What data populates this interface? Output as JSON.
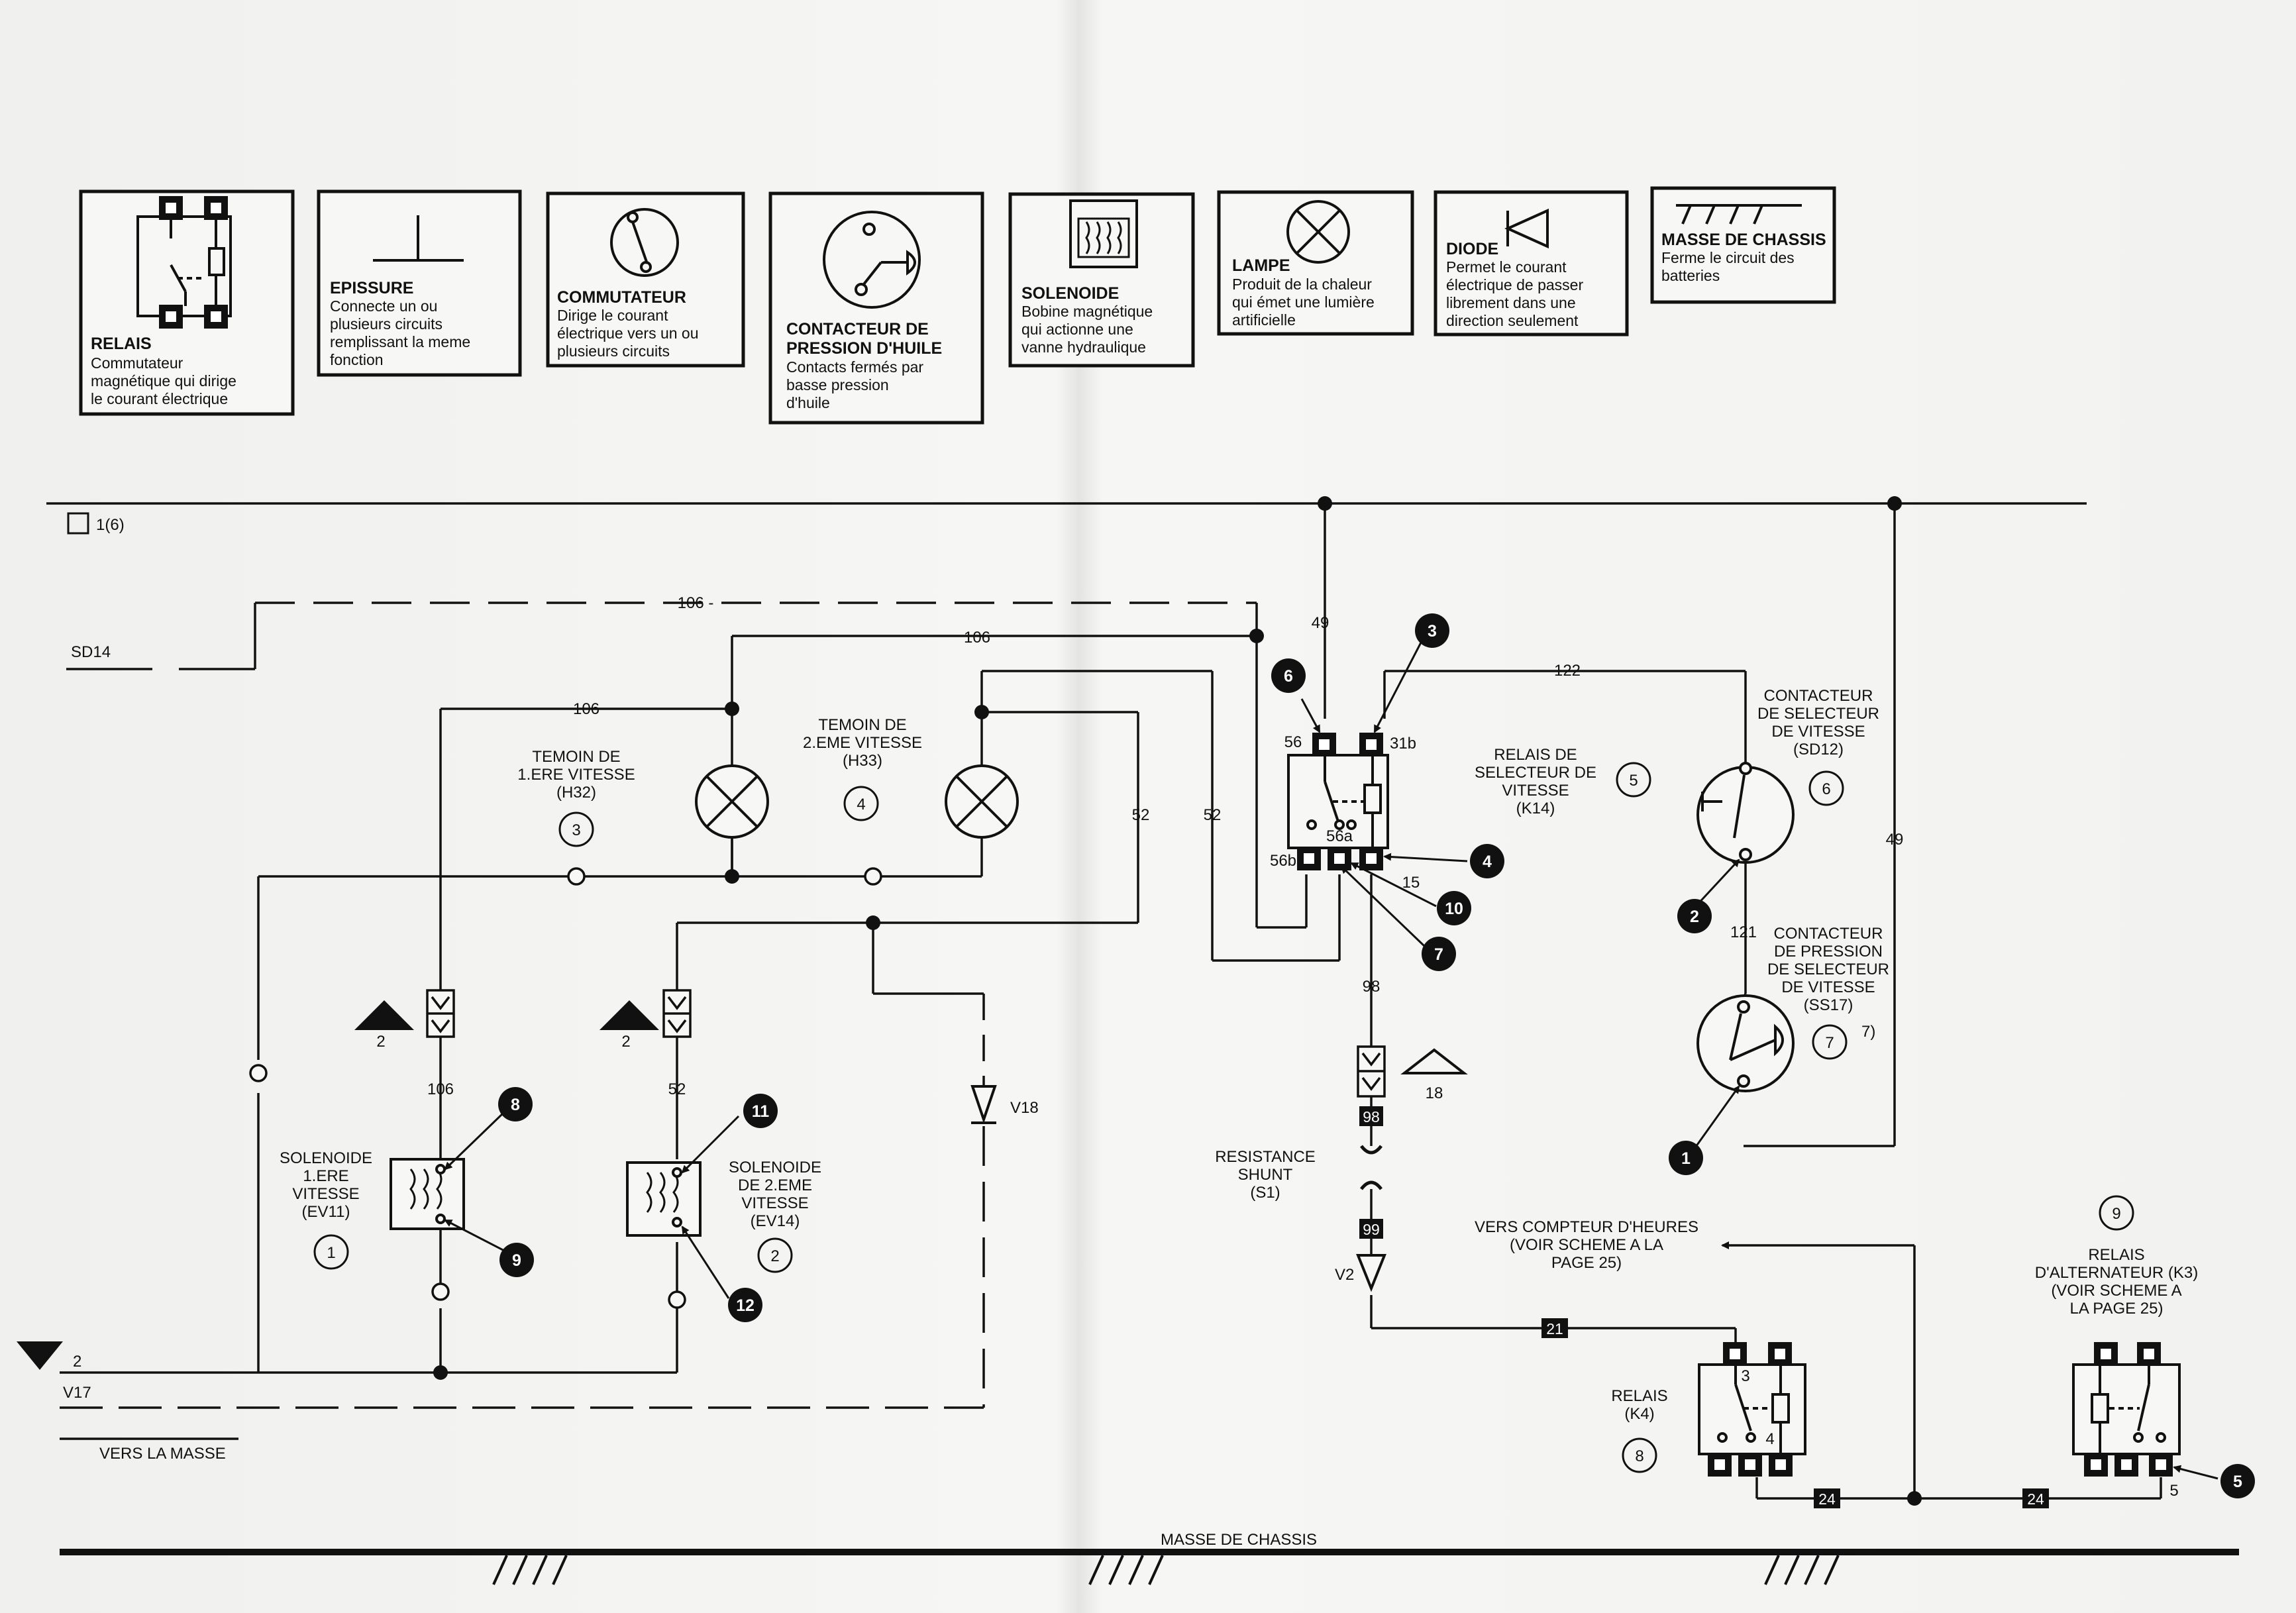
{
  "legend": {
    "relais": {
      "title": "RELAIS",
      "lines": [
        "Commutateur",
        "magnétique qui dirige",
        "le courant électrique"
      ]
    },
    "epissure": {
      "title": "EPISSURE",
      "lines": [
        "Connecte un ou",
        "plusieurs circuits",
        "remplissant la meme",
        "fonction"
      ]
    },
    "commutateur": {
      "title": "COMMUTATEUR",
      "lines": [
        "Dirige le courant",
        "électrique vers un ou",
        "plusieurs circuits"
      ]
    },
    "contacteur_pression": {
      "title_lines": [
        "CONTACTEUR DE",
        "PRESSION D'HUILE"
      ],
      "lines": [
        "Contacts fermés par",
        "basse pression",
        "d'huile"
      ]
    },
    "solenoide": {
      "title": "SOLENOIDE",
      "lines": [
        "Bobine magnétique",
        "qui actionne une",
        "vanne hydraulique"
      ]
    },
    "lampe": {
      "title": "LAMPE",
      "lines": [
        "Produit de la chaleur",
        "qui émet une lumière",
        "artificielle"
      ]
    },
    "diode": {
      "title": "DIODE",
      "lines": [
        "Permet le courant",
        "électrique de passer",
        "librement dans une",
        "direction seulement"
      ]
    },
    "masse_chassis": {
      "title": "MASSE DE CHASSIS",
      "lines": [
        "Ferme le circuit des",
        "batteries"
      ]
    }
  },
  "page_marker": "1(6)",
  "wire_numbers": {
    "w106_dashed": "106 -",
    "w106_a": "106",
    "w106_b": "106",
    "w49_a": "49",
    "w122": "122",
    "w52_a": "52",
    "w52_b": "52",
    "w49_b": "49",
    "w121": "121",
    "w15": "15",
    "w98": "98",
    "w106_c": "106",
    "w52_c": "52"
  },
  "markers": {
    "t2_a": "2",
    "t2_b": "2",
    "t18": "18",
    "t2_c": "2"
  },
  "wire_boxes": [
    "98",
    "99",
    "21",
    "24",
    "24"
  ],
  "terminals": {
    "t56": "56",
    "t31b": "31b",
    "t56a": "56a",
    "t56b": "56b",
    "k4_3": "3",
    "k4_4": "4",
    "k3_5": "5"
  },
  "labels": {
    "sd14": "SD14",
    "v17": "V17",
    "vers_la_masse": "VERS LA MASSE",
    "masse_de_chassis": "MASSE DE CHASSIS",
    "v18": "V18",
    "v2": "V2"
  },
  "components": {
    "h32": {
      "lines": [
        "TEMOIN DE",
        "1.ERE VITESSE",
        "(H32)"
      ]
    },
    "h33": {
      "lines": [
        "TEMOIN DE",
        "2.EME VITESSE",
        "(H33)"
      ]
    },
    "k14": {
      "lines": [
        "RELAIS DE",
        "SELECTEUR DE",
        "VITESSE",
        "(K14)"
      ]
    },
    "sd12": {
      "lines": [
        "CONTACTEUR",
        "DE SELECTEUR",
        "DE VITESSE",
        "(SD12)"
      ]
    },
    "ss17": {
      "lines": [
        "CONTACTEUR",
        "DE PRESSION",
        "DE SELECTEUR",
        "DE VITESSE",
        "(SS17)"
      ],
      "note": "7)"
    },
    "s1": {
      "lines": [
        "RESISTANCE",
        "SHUNT",
        "(S1)"
      ]
    },
    "ev11": {
      "lines": [
        "SOLENOIDE",
        "1.ERE",
        "VITESSE",
        "(EV11)"
      ]
    },
    "ev14": {
      "lines": [
        "SOLENOIDE",
        "DE 2.EME",
        "VITESSE",
        "(EV14)"
      ]
    },
    "k4": {
      "lines": [
        "RELAIS",
        "(K4)"
      ]
    },
    "k3": {
      "lines": [
        "RELAIS",
        "D'ALTERNATEUR (K3)",
        "(VOIR SCHEME A",
        "LA PAGE 25)"
      ]
    },
    "compteur": {
      "lines": [
        "VERS COMPTEUR D'HEURES",
        "(VOIR SCHEME A LA",
        "PAGE 25)"
      ]
    }
  },
  "circled": {
    "c1": "1",
    "c2": "2",
    "c3": "3",
    "c4": "4",
    "c5": "5",
    "c6": "6",
    "c7": "7",
    "c8": "8",
    "c9": "9"
  },
  "callouts": {
    "b1": "1",
    "b2": "2",
    "b3": "3",
    "b4": "4",
    "b5": "5",
    "b6": "6",
    "b7": "7",
    "b8": "8",
    "b9": "9",
    "b10": "10",
    "b11": "11",
    "b12": "12"
  }
}
